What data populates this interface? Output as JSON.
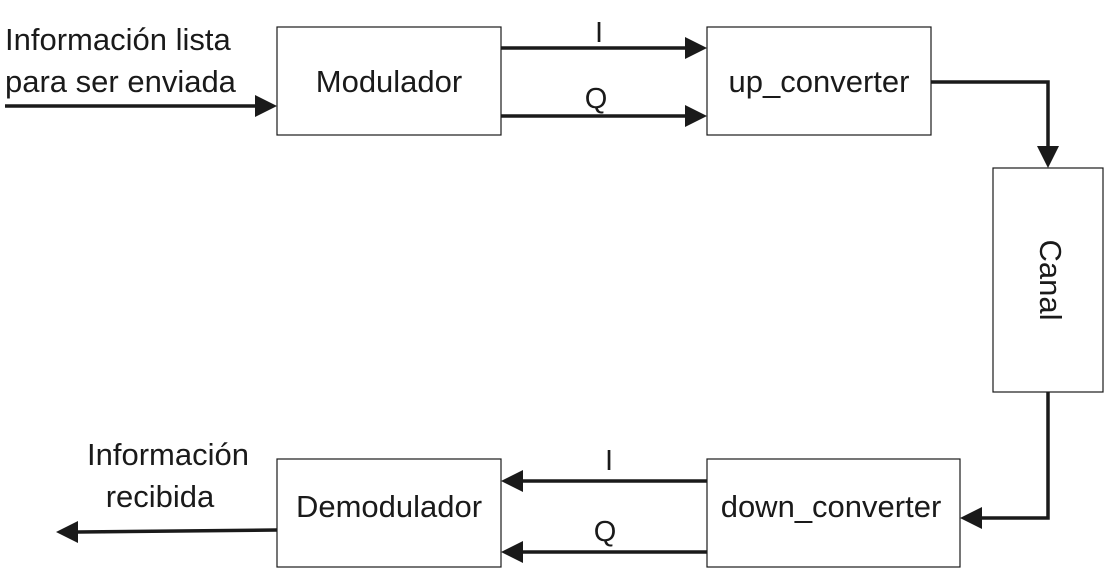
{
  "blocks": {
    "modulador": "Modulador",
    "up_converter": "up_converter",
    "canal": "Canal",
    "down_converter": "down_converter",
    "demodulador": "Demodulador"
  },
  "signals": {
    "tx_i": "I",
    "tx_q": "Q",
    "rx_i": "I",
    "rx_q": "Q"
  },
  "input_label": {
    "line1": "Información  lista",
    "line2": "para ser enviada"
  },
  "output_label": {
    "line1": "Información",
    "line2": "recibida"
  }
}
